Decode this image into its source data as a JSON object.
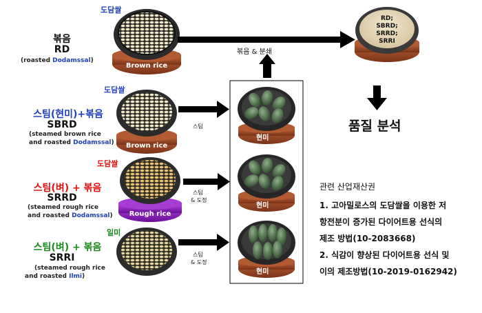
{
  "top": {
    "variety": "도담쌀",
    "title": "볶음",
    "code": "RD",
    "desc_prefix": "(roasted ",
    "desc_variety": "Dodamssal",
    "desc_suffix": ")",
    "bowl_label": "Brown rice"
  },
  "rows": [
    {
      "variety": "도담쌀",
      "title": "스팀(현미)+볶음",
      "code": "SBRD",
      "desc_line1": "(steamed brown rice",
      "desc_line2_prefix": "and roasted ",
      "desc_variety": "Dodamssal",
      "desc_suffix": ")",
      "bowl_label": "Brown rice",
      "arrow_label": "스팀",
      "result_label": "현미"
    },
    {
      "variety": "도담쌀",
      "title": "스팀(벼) + 볶음",
      "code": "SRRD",
      "desc_line1": "(steamed rough rice",
      "desc_line2_prefix": "and roasted ",
      "desc_variety": "Dodamssal",
      "desc_suffix": ")",
      "bowl_label": "Rough rice",
      "arrow_label_1": "스팀",
      "arrow_label_2": "& 도정",
      "result_label": "현미"
    },
    {
      "variety": "일미",
      "title": "스팀(벼) + 볶음",
      "code": "SRRI",
      "desc_line1": "(steamed rough rice",
      "desc_line2_prefix": "and roasted ",
      "desc_variety": "Ilmi",
      "desc_suffix": ")",
      "arrow_label_1": "스팀",
      "arrow_label_2": "& 도정",
      "result_label": "현미"
    }
  ],
  "process_label": "볶음 & 분쇄",
  "product_lines": [
    "RD;",
    "SBRD;",
    "SRRD;",
    "SRRI"
  ],
  "analysis_label": "품질 분석",
  "patents": {
    "heading": "관련 산업재산권",
    "line1": "1. 고아밀로스의 도담쌀을 이용한 저",
    "line2": "항전분이 증가된 다이어트용 선식의",
    "line3": "제조 방법(10-2083668)",
    "line4": "2. 식감이 향상된 다이어트용 선식 및",
    "line5": "이의 제조방법(10-2019-0162942)"
  },
  "colors": {
    "title_black": "#111111",
    "title_blue": "#1f3fbf",
    "title_red": "#e01010",
    "title_green": "#1a8a1a",
    "variety_blue": "#1f3fbf",
    "variety_red": "#e01010",
    "variety_green": "#1a8a1a",
    "bowl_brown": "#a0522d",
    "bowl_purple": "#8a2be2"
  }
}
